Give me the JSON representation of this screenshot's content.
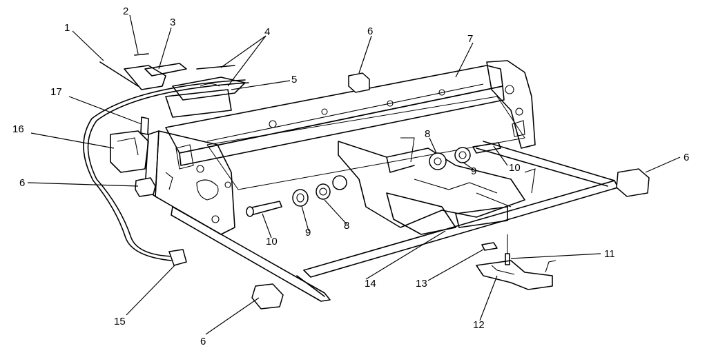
{
  "callouts": [
    {
      "id": "c1",
      "text": "1"
    },
    {
      "id": "c2",
      "text": "2"
    },
    {
      "id": "c3",
      "text": "3"
    },
    {
      "id": "c4",
      "text": "4"
    },
    {
      "id": "c5",
      "text": "5"
    },
    {
      "id": "c6a",
      "text": "6"
    },
    {
      "id": "c7",
      "text": "7"
    },
    {
      "id": "c17",
      "text": "17"
    },
    {
      "id": "c16",
      "text": "16"
    },
    {
      "id": "c6b",
      "text": "6"
    },
    {
      "id": "c8a",
      "text": "8"
    },
    {
      "id": "c9a",
      "text": "9"
    },
    {
      "id": "c10a",
      "text": "10"
    },
    {
      "id": "c6c",
      "text": "6"
    },
    {
      "id": "c10b",
      "text": "10"
    },
    {
      "id": "c9b",
      "text": "9"
    },
    {
      "id": "c8b",
      "text": "8"
    },
    {
      "id": "c11",
      "text": "11"
    },
    {
      "id": "c14",
      "text": "14"
    },
    {
      "id": "c13",
      "text": "13"
    },
    {
      "id": "c15",
      "text": "15"
    },
    {
      "id": "c12",
      "text": "12"
    },
    {
      "id": "c6d",
      "text": "6"
    }
  ]
}
